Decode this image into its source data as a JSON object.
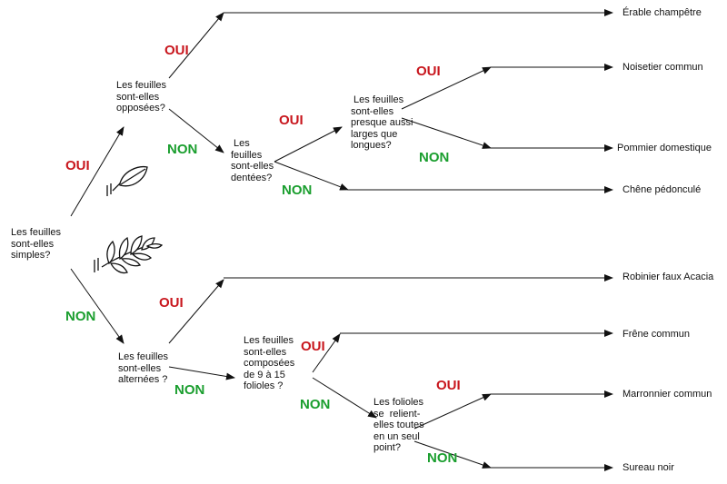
{
  "questions": {
    "q1": "Les feuilles\nsont-elles\nsimples?",
    "q2": "Les feuilles\nsont-elles\nopposées?",
    "q3": "Les feuilles\nsont-elles\nalternées ?",
    "q4": " Les\nfeuilles\nsont-elles\ndentées?",
    "q5": " Les feuilles\nsont-elles\npresque aussi\nlarges que\nlongues?",
    "q6": "Les feuilles\nsont-elles\ncomposées\nde 9 à 15\nfolioles ?",
    "q7": "Les folioles\nse  relient-\nelles toutes\nen un seul\npoint?"
  },
  "answers": {
    "oui": "OUI",
    "non": "NON"
  },
  "species": {
    "erable": "Érable champêtre",
    "noisetier": "Noisetier commun",
    "pommier": "Pommier domestique",
    "chene": "Chêne pédonculé",
    "robinier": "Robinier faux Acacia",
    "frene": "Frêne commun",
    "marronnier": "Marronnier commun",
    "sureau": "Sureau noir"
  },
  "colors": {
    "oui": "#c8161d",
    "non": "#1a9e2e",
    "line": "#111111"
  },
  "icons": [
    "simple-leaf-icon",
    "compound-leaf-icon"
  ]
}
